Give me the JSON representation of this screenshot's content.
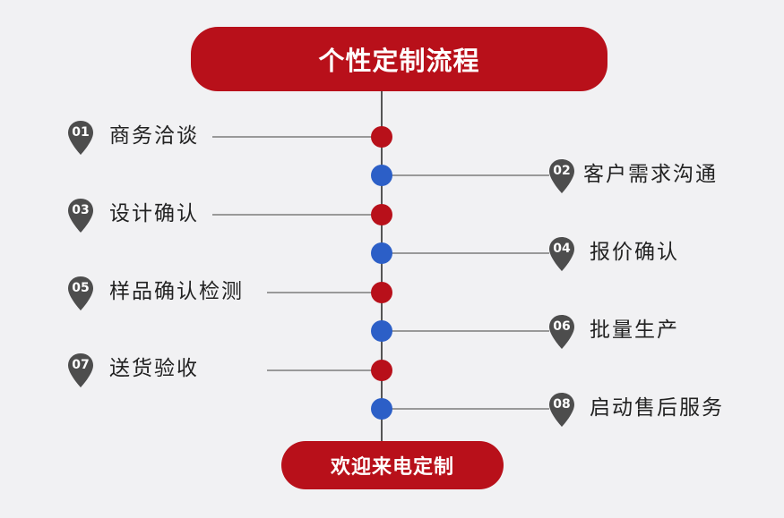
{
  "title": "个性定制流程",
  "footer": "欢迎来电定制",
  "colors": {
    "accent": "#b8101a",
    "odd_dot": "#b8101a",
    "even_dot": "#2c5fc7",
    "badge": "#4d4d4d"
  },
  "steps": [
    {
      "num": "01",
      "label": "商务洽谈"
    },
    {
      "num": "02",
      "label": "客户需求沟通"
    },
    {
      "num": "03",
      "label": "设计确认"
    },
    {
      "num": "04",
      "label": "报价确认"
    },
    {
      "num": "05",
      "label": "样品确认检测"
    },
    {
      "num": "06",
      "label": "批量生产"
    },
    {
      "num": "07",
      "label": "送货验收"
    },
    {
      "num": "08",
      "label": "启动售后服务"
    }
  ]
}
